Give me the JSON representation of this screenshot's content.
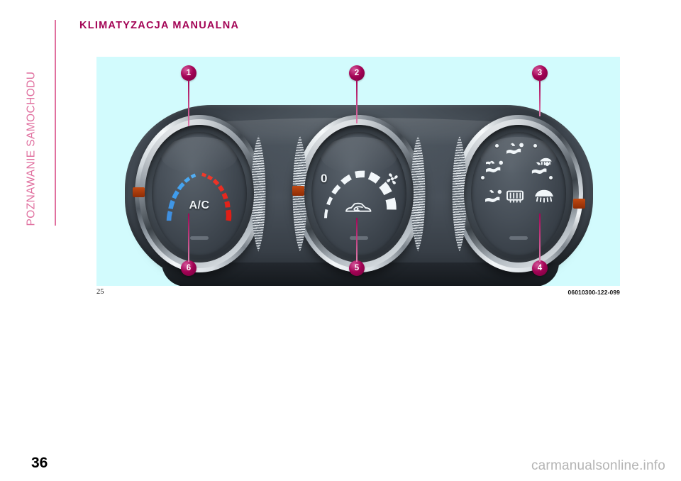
{
  "document": {
    "chapter_tab": "POZNAWANIE SAMOCHODU",
    "section_title": "KLIMATYZACJA MANUALNA",
    "page_number": "36",
    "watermark": "carmanualsonline.info",
    "accent_color": "#a30355",
    "tab_color": "#e0709f"
  },
  "figure": {
    "number": "25",
    "code": "06010300-122-099",
    "background_color": "#d2fbfd",
    "panel_color": "#434b54",
    "marker_color": "#c14a13",
    "callouts": [
      {
        "id": "1",
        "label": "1",
        "target": "temperature-knob-top"
      },
      {
        "id": "2",
        "label": "2",
        "target": "fan-knob-top"
      },
      {
        "id": "3",
        "label": "3",
        "target": "distribution-knob-top"
      },
      {
        "id": "4",
        "label": "4",
        "target": "distribution-knob-bottom"
      },
      {
        "id": "5",
        "label": "5",
        "target": "fan-knob-bottom"
      },
      {
        "id": "6",
        "label": "6",
        "target": "temperature-knob-bottom"
      }
    ],
    "controls": [
      {
        "name": "temperature-knob",
        "center_label": "A/C",
        "scale": "blue-to-red gradient arc",
        "icons": [
          "ac-icon"
        ]
      },
      {
        "name": "fan-speed-knob",
        "min_label": "0",
        "max_label": "fan-icon",
        "scale": "white stepped dash arc",
        "icons": [
          "recirculation-icon",
          "fan-icon"
        ]
      },
      {
        "name": "air-distribution-knob",
        "icons": [
          "face-vent-icon",
          "face-and-floor-vent-icon",
          "floor-vent-icon",
          "floor-and-windshield-icon",
          "rear-defrost-icon",
          "windshield-defrost-icon"
        ]
      }
    ]
  }
}
